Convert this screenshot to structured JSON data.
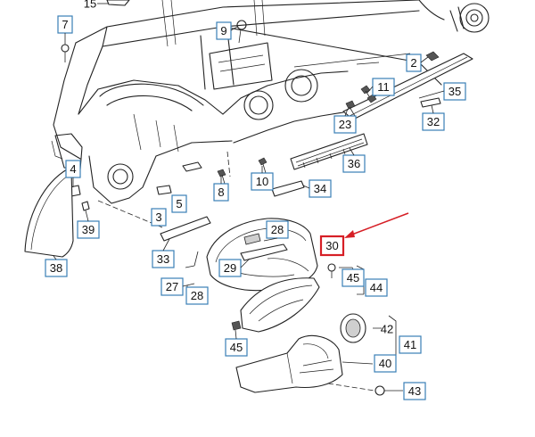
{
  "labels": {
    "l15": "15",
    "l7": "7",
    "l9": "9",
    "l2": "2",
    "l11": "11",
    "l35": "35",
    "l32": "32",
    "l23": "23",
    "l36": "36",
    "l4": "4",
    "l8": "8",
    "l5": "5",
    "l10": "10",
    "l34": "34",
    "l39": "39",
    "l3": "3",
    "l38": "38",
    "l33": "33",
    "l28a": "28",
    "l29": "29",
    "l30": "30",
    "l27": "27",
    "l28b": "28",
    "l45a": "45",
    "l44": "44",
    "l45b": "45",
    "l42": "42",
    "l41": "41",
    "l40": "40",
    "l43": "43"
  },
  "colors": {
    "box_border": "#3a7fb6",
    "highlight": "#d61f26",
    "line": "#222222"
  }
}
